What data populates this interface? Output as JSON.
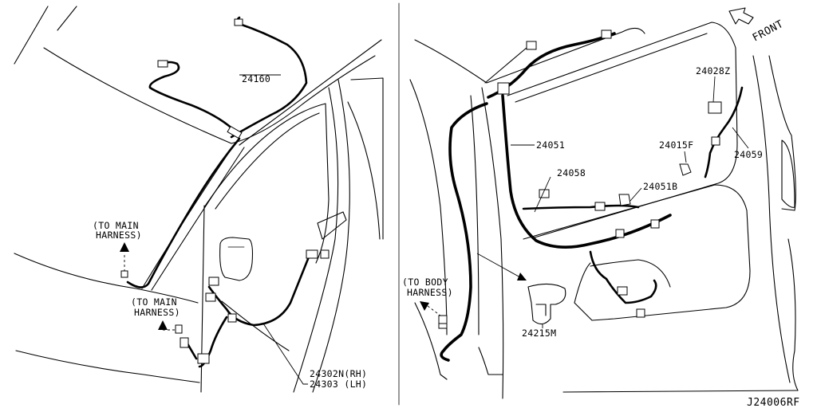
{
  "left_panel": {
    "callouts": {
      "part_24160": "24160",
      "to_main_harness_1_line1": "(TO MAIN",
      "to_main_harness_1_line2": "HARNESS)",
      "to_main_harness_2_line1": "(TO MAIN",
      "to_main_harness_2_line2": "HARNESS)",
      "part_24302n": "24302N(RH)",
      "part_24303": "24303 (LH)"
    }
  },
  "right_panel": {
    "front_label": "FRONT",
    "callouts": {
      "part_24028z": "24028Z",
      "part_24051": "24051",
      "part_24015f": "24015F",
      "part_24059": "24059",
      "part_24058": "24058",
      "part_24051b": "24051B",
      "to_body_harness_line1": "(TO BODY",
      "to_body_harness_line2": "HARNESS)",
      "part_24215m": "24215M"
    }
  },
  "diagram_id": "J24006RF"
}
